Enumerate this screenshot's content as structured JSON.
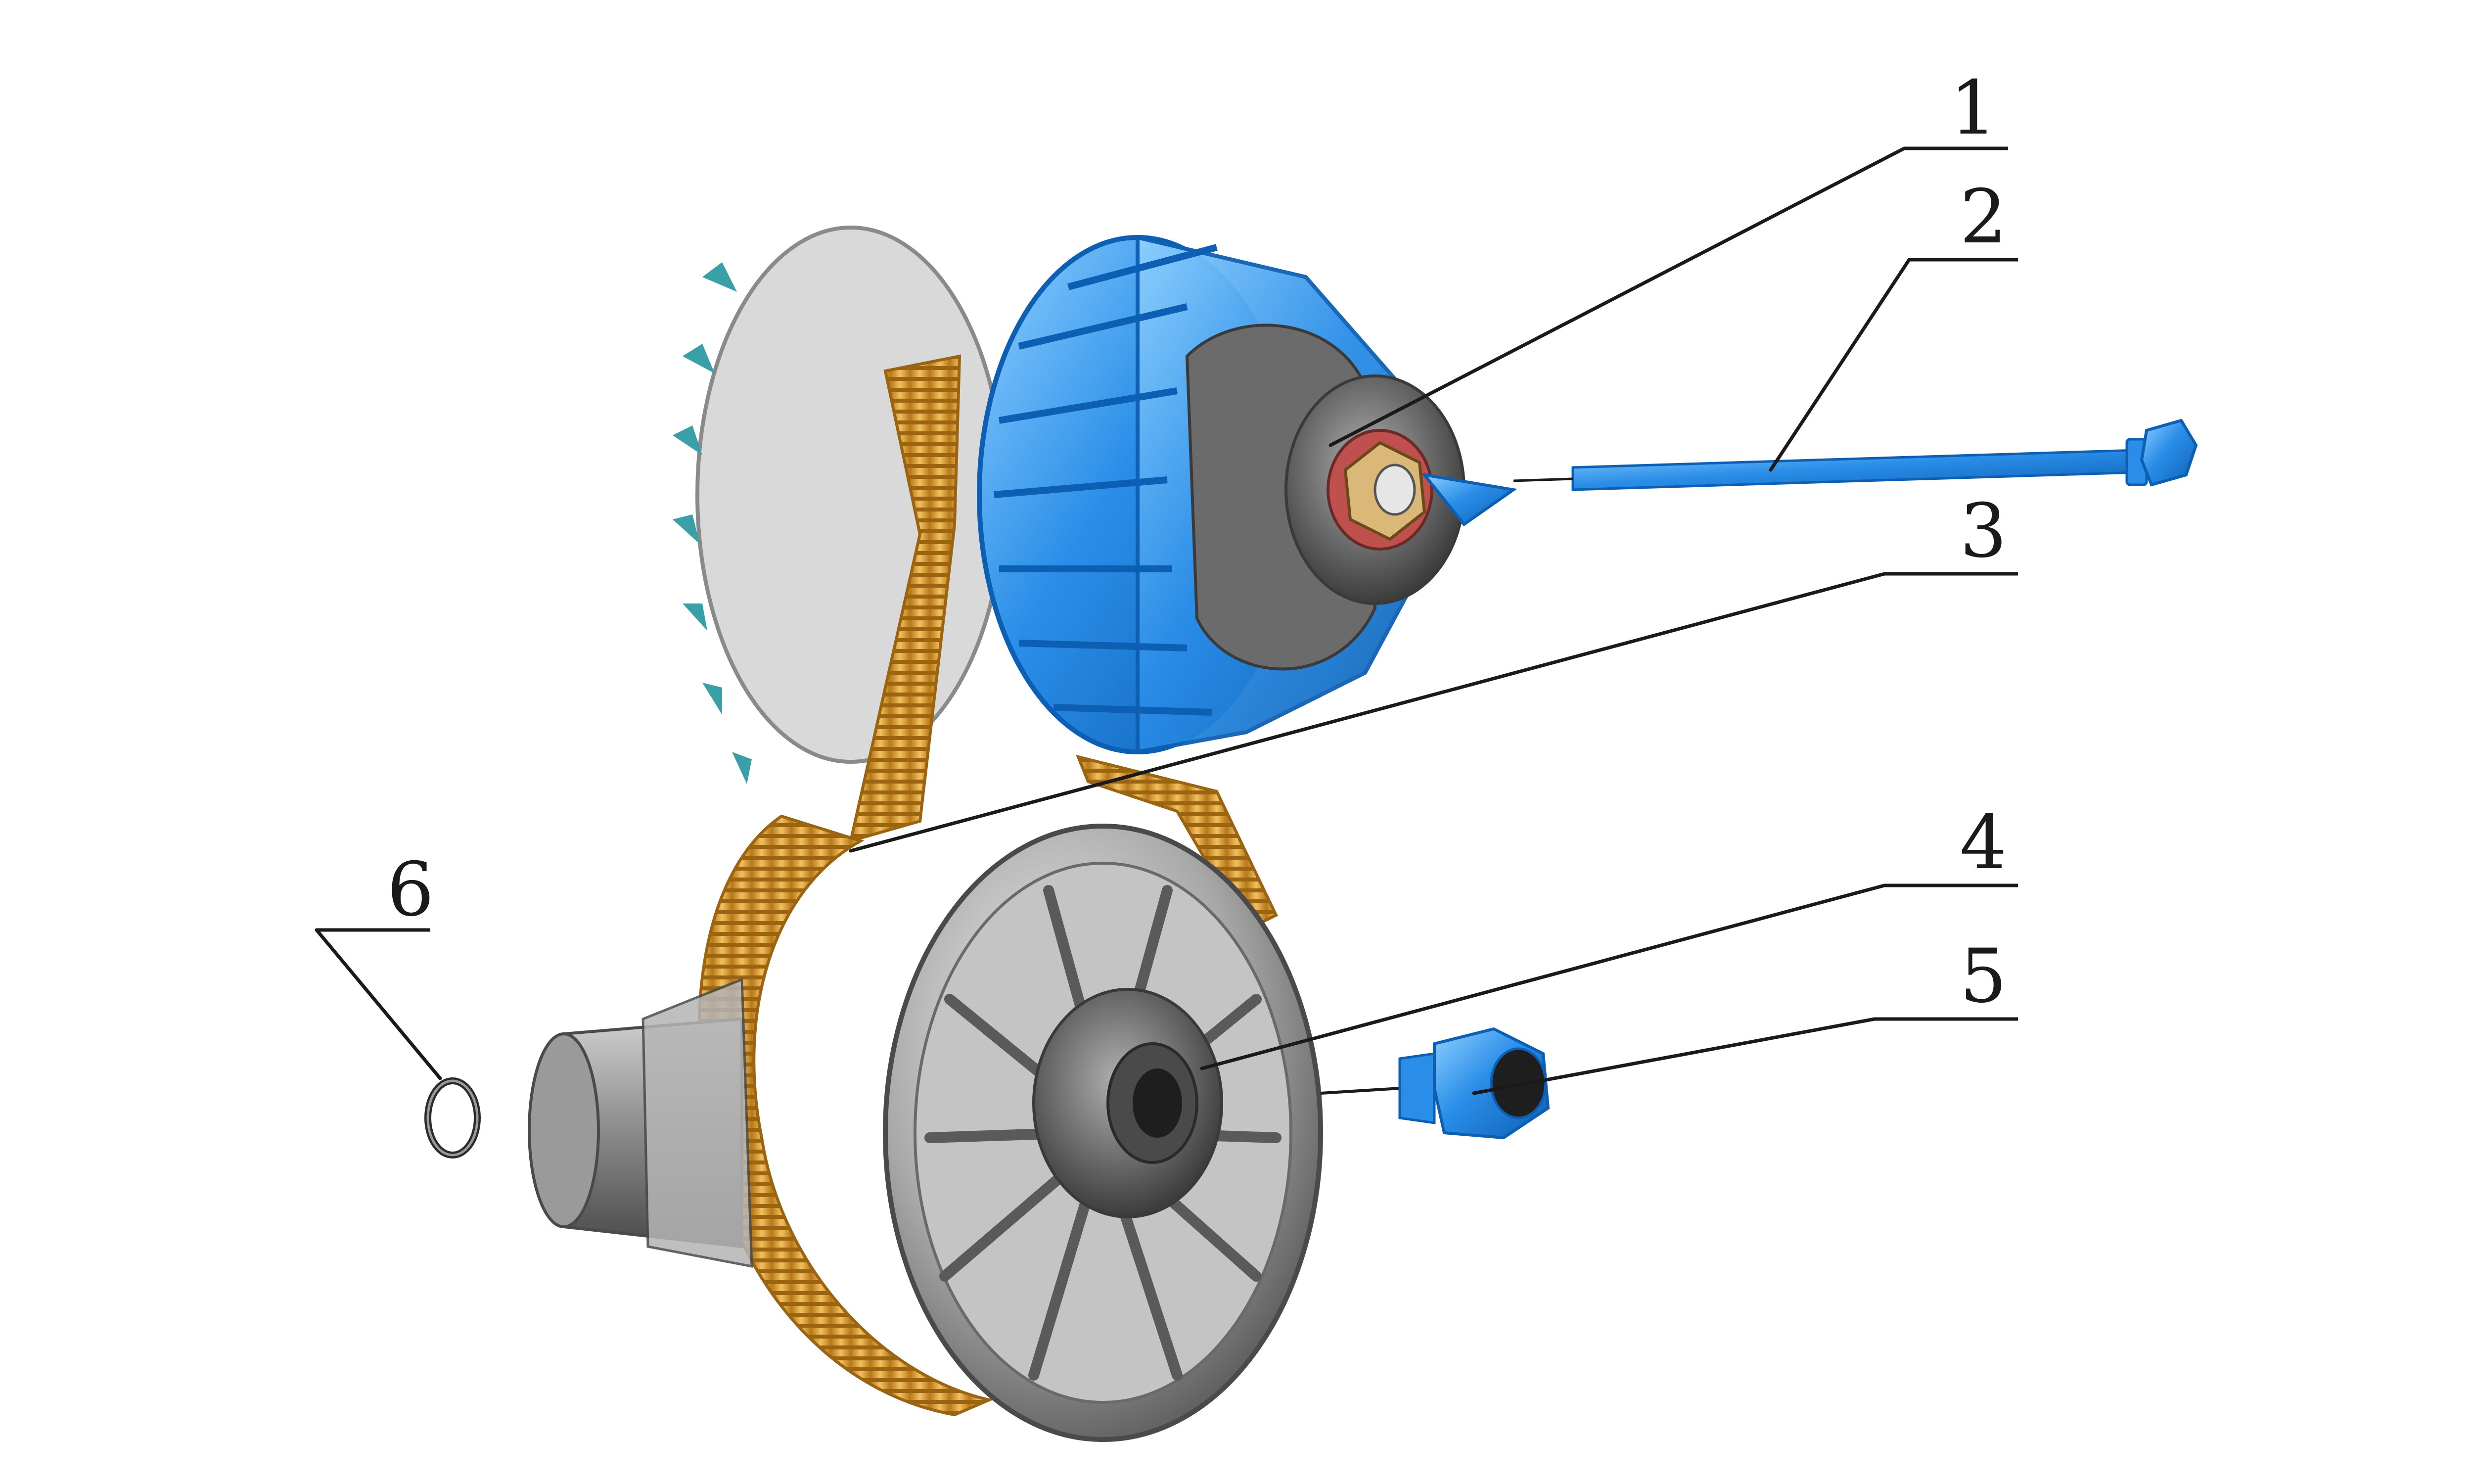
{
  "colors": {
    "background": "#ffffff",
    "blue_part": "#2a8ee8",
    "blue_dark": "#0d5fb3",
    "blue_light": "#8fd0ff",
    "belt_orange": "#e8a838",
    "belt_dark": "#b87818",
    "metal_gray": "#8a8a8a",
    "metal_light": "#d8d8d8",
    "metal_dark": "#4a4a4a",
    "line": "#1a1a1a"
  },
  "callouts": [
    {
      "id": "1",
      "label": "1",
      "part": "drive-pulley-hub"
    },
    {
      "id": "2",
      "label": "2",
      "part": "long-bolt"
    },
    {
      "id": "3",
      "label": "3",
      "part": "drive-belt"
    },
    {
      "id": "4",
      "label": "4",
      "part": "driven-pulley-hub"
    },
    {
      "id": "5",
      "label": "5",
      "part": "nut"
    },
    {
      "id": "6",
      "label": "6",
      "part": "snap-ring"
    }
  ]
}
